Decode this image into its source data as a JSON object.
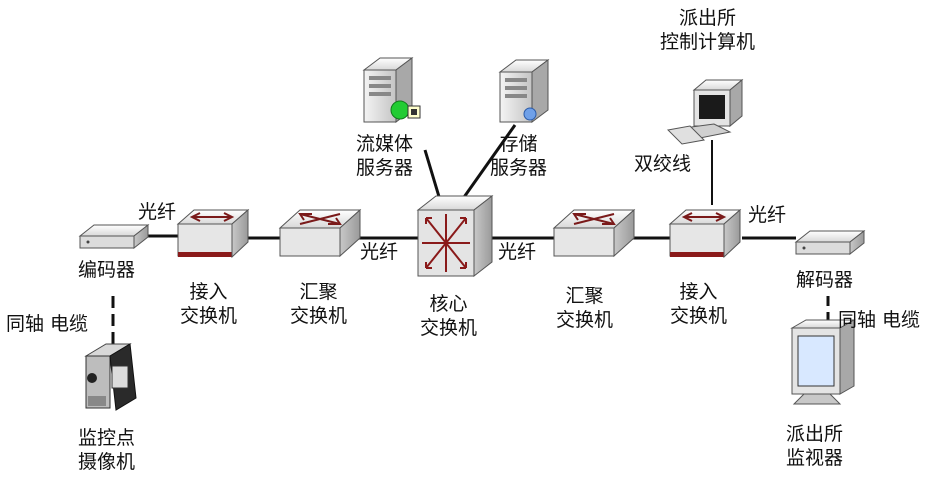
{
  "labels": {
    "fiber": "光纤",
    "twisted_pair": "双绞线",
    "coax": "同轴 电缆"
  },
  "nodes": {
    "camera": {
      "line1": "监控点",
      "line2": "摄像机",
      "icon": "video-camera-icon"
    },
    "encoder": {
      "line1": "编码器",
      "line2": "",
      "icon": "encoder-box-icon"
    },
    "access_left": {
      "line1": "接入",
      "line2": "交换机",
      "icon": "access-switch-icon"
    },
    "aggregation_left": {
      "line1": "汇聚",
      "line2": "交换机",
      "icon": "aggregation-switch-icon"
    },
    "core": {
      "line1": "核心",
      "line2": "交换机",
      "icon": "core-switch-icon"
    },
    "streaming_server": {
      "line1": "流媒体",
      "line2": "服务器",
      "icon": "server-tower-icon"
    },
    "storage_server": {
      "line1": "存储",
      "line2": "服务器",
      "icon": "server-tower-icon"
    },
    "aggregation_right": {
      "line1": "汇聚",
      "line2": "交换机",
      "icon": "aggregation-switch-icon"
    },
    "access_right": {
      "line1": "接入",
      "line2": "交换机",
      "icon": "access-switch-icon"
    },
    "control_pc": {
      "line1": "派出所",
      "line2": "控制计算机",
      "icon": "desktop-computer-icon"
    },
    "decoder": {
      "line1": "解码器",
      "line2": "",
      "icon": "decoder-box-icon"
    },
    "monitor": {
      "line1": "派出所",
      "line2": "监视器",
      "icon": "crt-monitor-icon"
    }
  },
  "colors": {
    "link": "#111111",
    "switch_face": "#e9e9e9",
    "switch_stripe": "#8a1a1a",
    "status_green": "#22cc33"
  }
}
